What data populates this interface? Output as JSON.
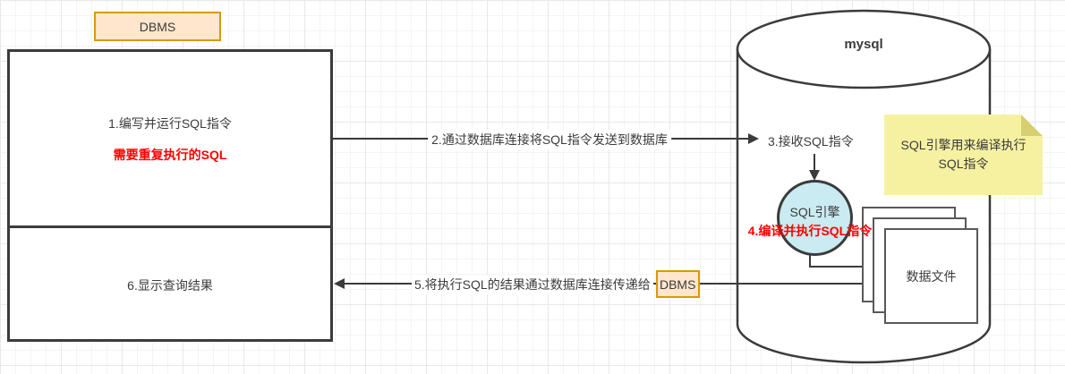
{
  "colors": {
    "stroke": "#3b3b3b",
    "orange_fill": "#ffe6cc",
    "orange_border": "#d79b00",
    "note_yellow": "#f6f1a1",
    "engine_cyan": "#c9ebf1",
    "red": "#fe0000",
    "grid_minor": "#f4f4f4",
    "grid_major": "#e8e8e8"
  },
  "dbms": {
    "title": "DBMS",
    "step1": "1.编写并运行SQL指令",
    "repeat_note": "需要重复执行的SQL",
    "step6": "6.显示查询结果"
  },
  "flow": {
    "step2_label": "2.通过数据库连接将SQL指令发送到数据库",
    "step5_label": "5.将执行SQL的结果通过数据库连接传递给",
    "step5_target": "DBMS"
  },
  "mysql": {
    "title": "mysql",
    "step3": "3.接收SQL指令",
    "engine_label": "SQL引擎",
    "step4_red": "4.编译并执行SQL指令",
    "note": {
      "line1": "SQL引擎用来编译执行",
      "line2": "SQL指令"
    },
    "data_file_label": "数据文件"
  }
}
